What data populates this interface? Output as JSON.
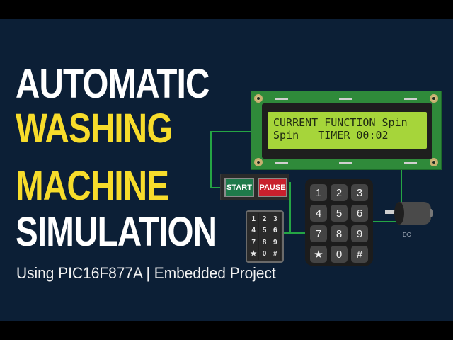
{
  "title": {
    "line1": "AUTOMATIC",
    "line2": "WASHING",
    "line3": "MACHINE",
    "line4": "SIMULATION"
  },
  "subtitle": "Using PIC16F877A | Embedded Project",
  "lcd": {
    "row1": "CURRENT FUNCTION Spin",
    "row2": "Spin   TIMER 00:02"
  },
  "buttons": {
    "start": "START",
    "pause": "PAUSE"
  },
  "keypad_small": {
    "keys": [
      "1",
      "2",
      "3",
      "4",
      "5",
      "6",
      "7",
      "8",
      "9",
      "★",
      "0",
      "#"
    ]
  },
  "keypad_large": {
    "keys": [
      "1",
      "2",
      "3",
      "4",
      "5",
      "6",
      "7",
      "8",
      "9",
      "★",
      "0",
      "#"
    ]
  },
  "motor": {
    "label": "DC"
  },
  "colors": {
    "background": "#0c1f36",
    "title_white": "#ffffff",
    "title_yellow": "#f7dc2b",
    "lcd_screen": "#a6d53a",
    "pcb_green": "#2f8a3a",
    "wire": "#25a544",
    "start_button": "#1e7a4a",
    "pause_button": "#c8202d"
  }
}
